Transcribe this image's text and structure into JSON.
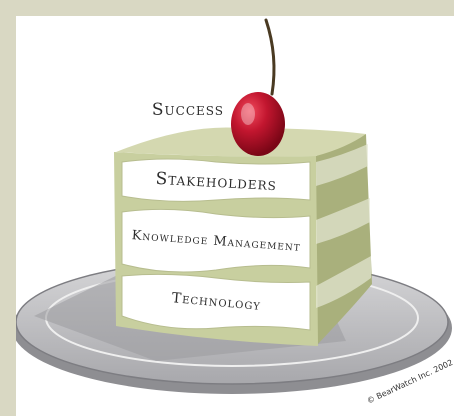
{
  "title": "Success",
  "layers": [
    {
      "label": "Stakeholders"
    },
    {
      "label": "Knowledge Management"
    },
    {
      "label": "Technology"
    }
  ],
  "copyright": "© BearWatch Inc. 2002",
  "colors": {
    "frame": "#d9d8c3",
    "cake": "#c8cf9f",
    "cake_dark": "#a9b07c",
    "filling": "#ffffff",
    "cherry": "#b3122d",
    "plate": "#b9b9bb"
  },
  "icons": {
    "cherry": "cherry-icon",
    "cake": "cake-slice-illustration",
    "plate": "plate-illustration"
  }
}
